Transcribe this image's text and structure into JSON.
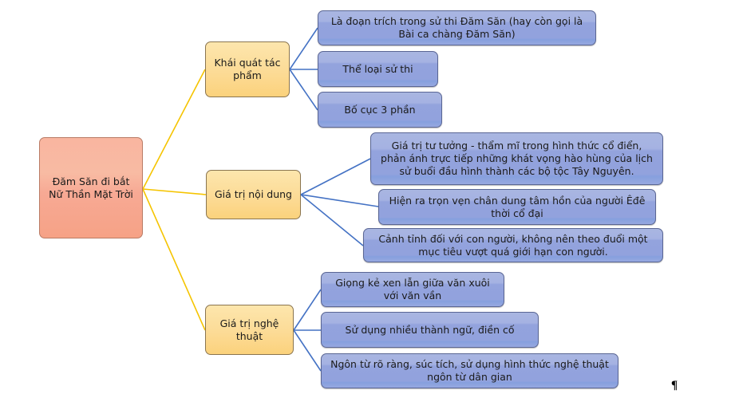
{
  "diagram": {
    "type": "mind-map",
    "root": {
      "label": "Đăm Săn đi bắt Nữ Thần Mặt Trời",
      "color": "#f8ab93"
    },
    "colors": {
      "root_fill": "#f8ab93",
      "branch_fill": "#fcd990",
      "leaf_fill": "#95a5de",
      "root_branch_line": "#f5c400",
      "branch_leaf_line": "#4472c4"
    },
    "branches": [
      {
        "label": "Khái quát tác phẩm",
        "children": [
          "Là đoạn trích trong sử thi Đăm Săn (hay còn gọi là Bài ca chàng Đăm Săn)",
          "Thể loại sử thi",
          "Bố cục 3 phần"
        ]
      },
      {
        "label": "Giá trị nội dung",
        "children": [
          "Giá trị tư tưởng - thẩm mĩ trong hình thức cổ điển, phản ánh trực tiếp những khát vọng hào hùng của lịch sử buổi đầu hình thành các bộ tộc Tây Nguyên.",
          "Hiện ra trọn vẹn chân dung tâm hồn của người Êđê thời cổ đại",
          "Cảnh tỉnh đối với con người, không nên theo đuổi một mục tiêu vượt quá giới hạn con người."
        ]
      },
      {
        "label": "Giá trị nghệ thuật",
        "children": [
          "Giọng kẻ xen lẫn giữa văn xuôi với văn vần",
          "Sử dụng nhiều thành ngữ, điền cố",
          "Ngôn từ rõ ràng, súc tích, sử dụng hình thức nghệ thuật ngôn từ dân gian"
        ]
      }
    ]
  },
  "editor": {
    "paragraph_mark": "¶"
  }
}
